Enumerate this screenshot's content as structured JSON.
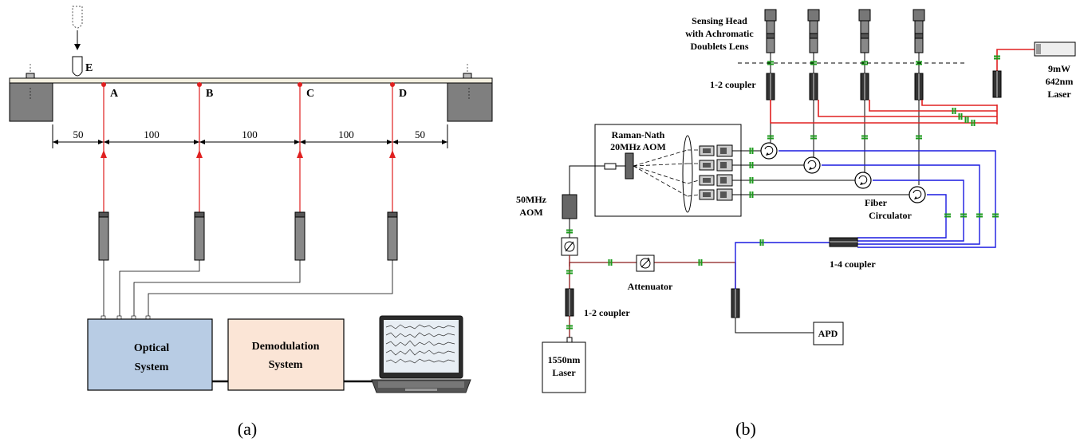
{
  "panel_a": {
    "caption": "(a)",
    "load_label": "E",
    "points": [
      "A",
      "B",
      "C",
      "D"
    ],
    "dims": [
      "50",
      "100",
      "100",
      "100",
      "50"
    ],
    "optical_box": [
      "Optical",
      "System"
    ],
    "demod_box": [
      "Demodulation",
      "System"
    ]
  },
  "panel_b": {
    "caption": "(b)",
    "sensing_head": [
      "Sensing Head",
      "with Achromatic",
      "Doublets Lens"
    ],
    "coupler_top": "1-2 coupler",
    "visible_laser": [
      "9mW",
      "642nm",
      "Laser"
    ],
    "raman_aom": [
      "Raman-Nath",
      "20MHz AOM"
    ],
    "aom50": [
      "50MHz",
      "AOM"
    ],
    "fiber_circulator": [
      "Fiber",
      "Circulator"
    ],
    "coupler_14": "1-4 coupler",
    "attenuator": "Attenuator",
    "coupler_bottom": "1-2 coupler",
    "ir_laser": [
      "1550nm",
      "Laser"
    ],
    "apd": "APD"
  },
  "colors": {
    "red": "#e02020",
    "blue": "#1a1ae0",
    "dark_red": "#8b1a1a",
    "green": "#1a9a1a",
    "optical_fill": "#b8cce4",
    "demod_fill": "#fbe5d6",
    "support_fill": "#7f7f7f"
  }
}
